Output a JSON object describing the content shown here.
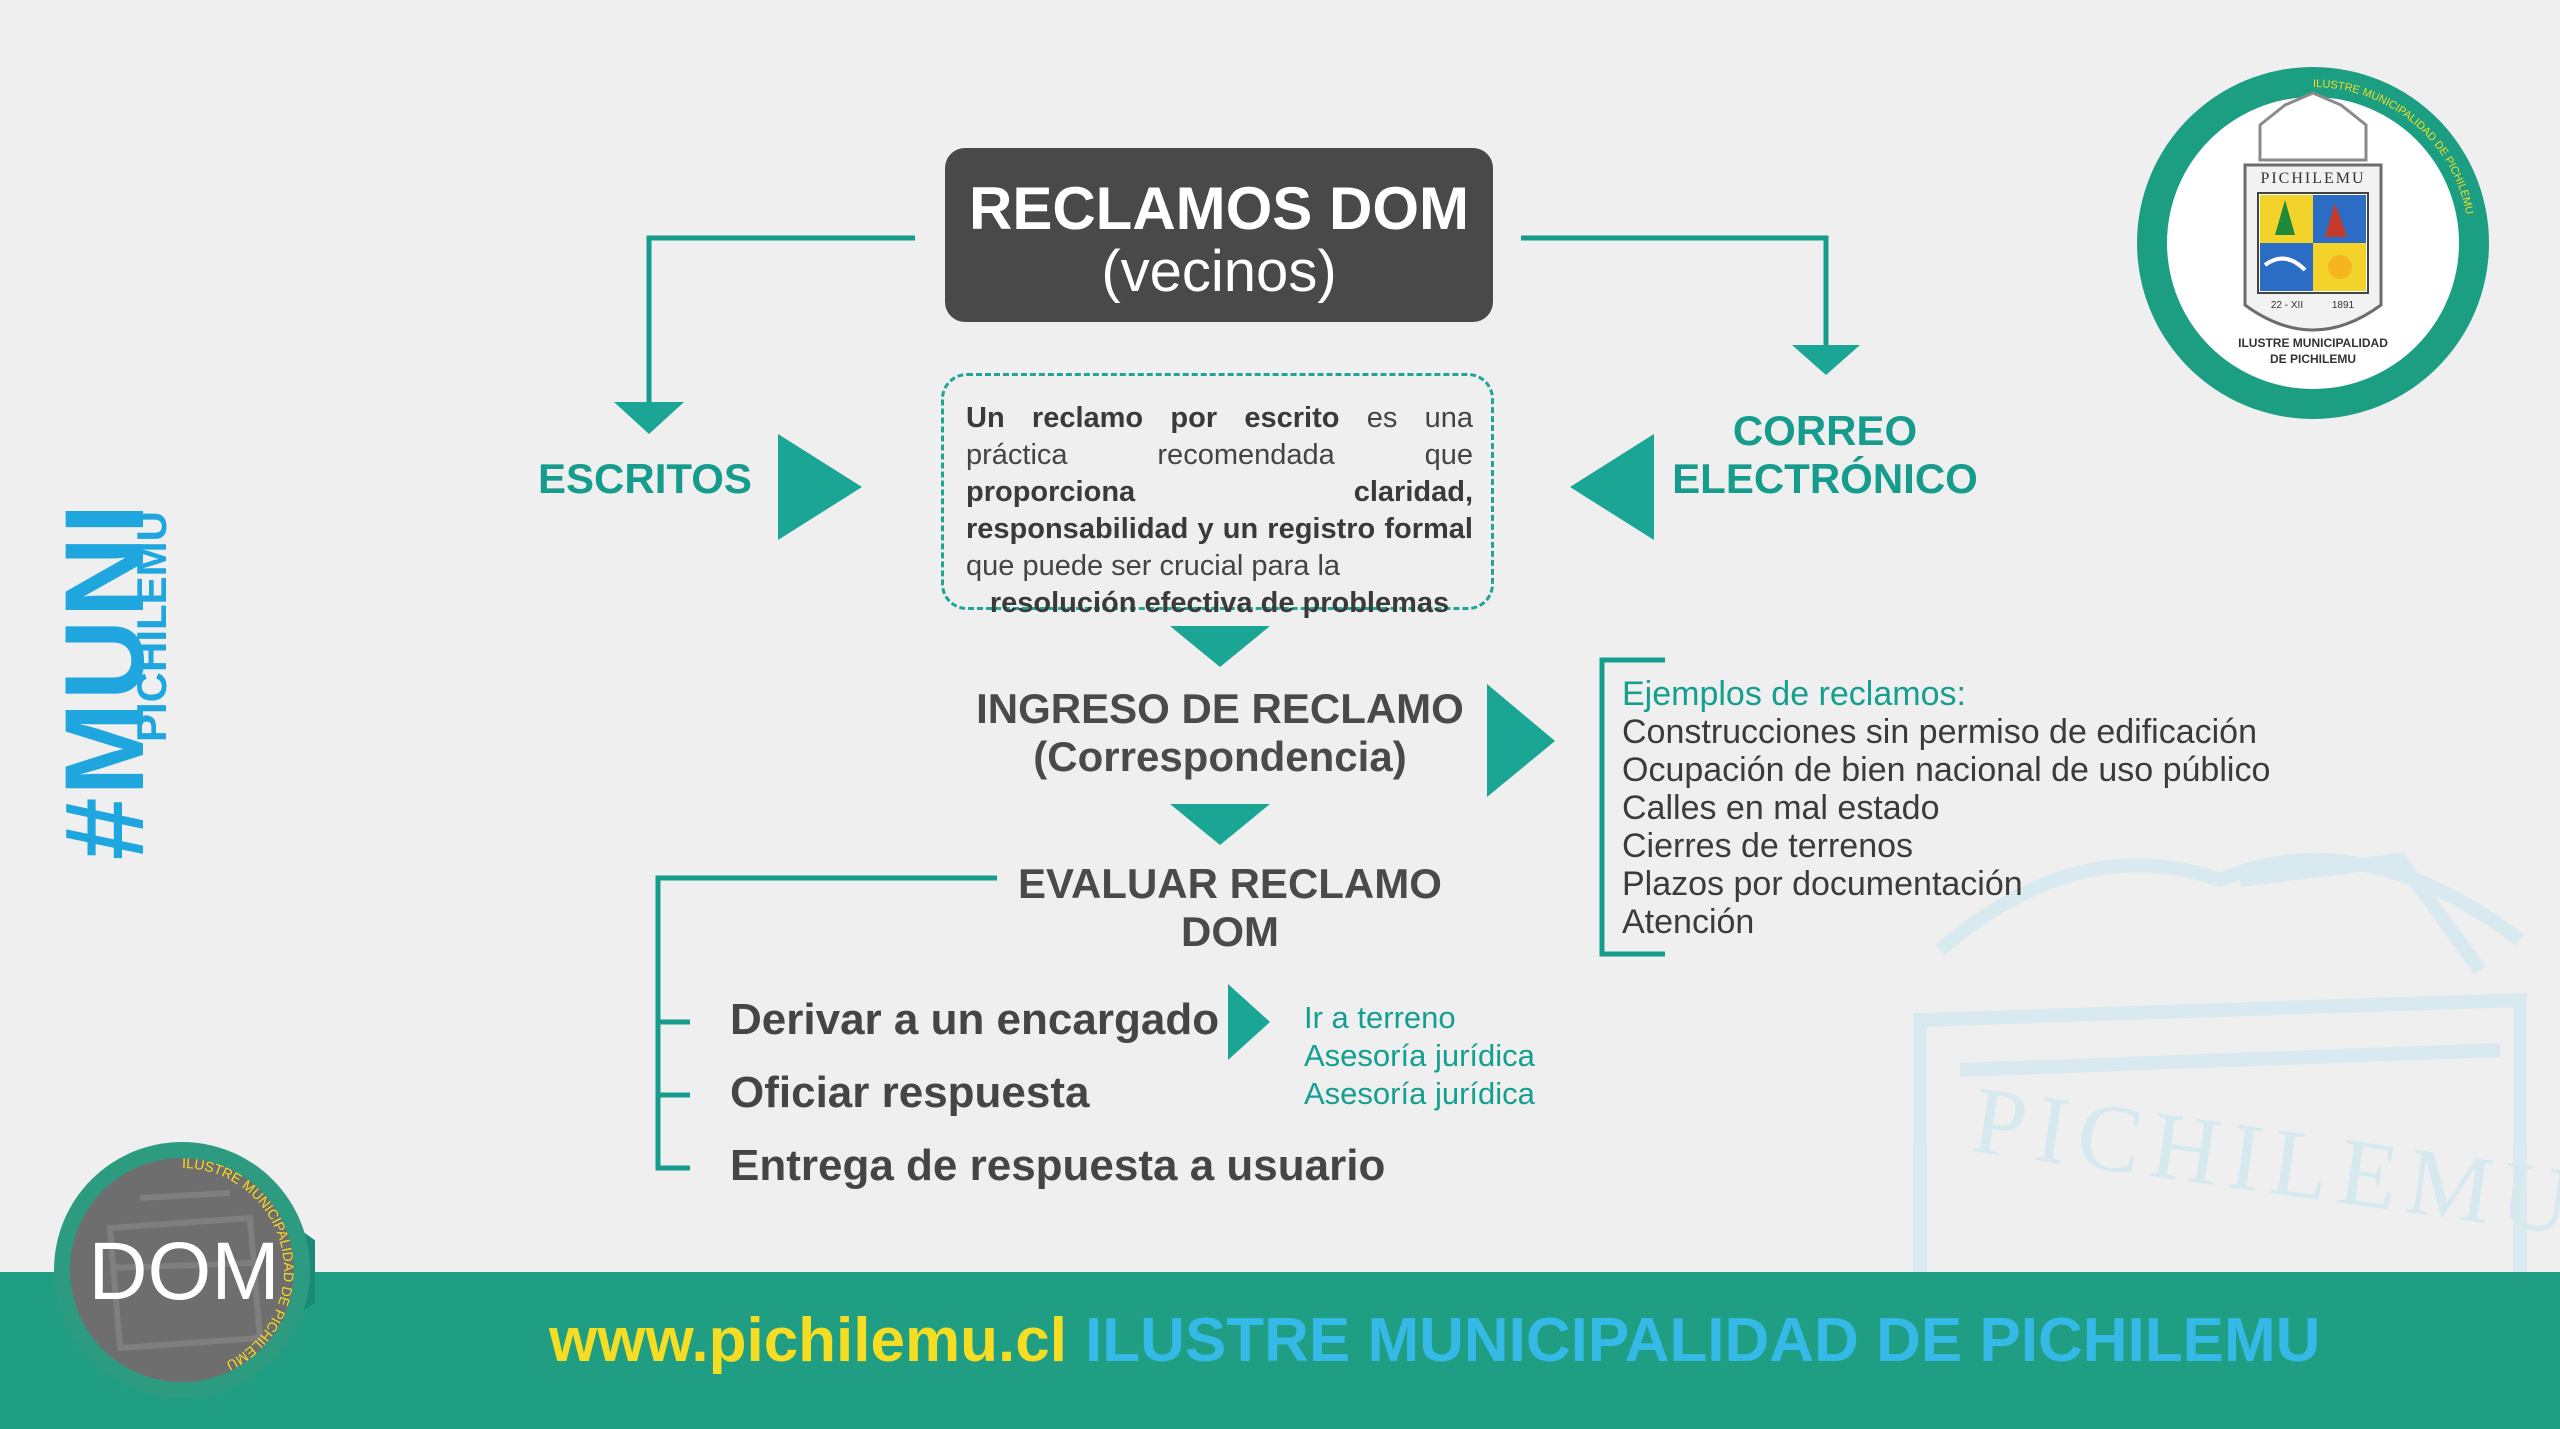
{
  "title": {
    "line1": "RECLAMOS DOM",
    "line2": "(vecinos)"
  },
  "branches": {
    "left": "ESCRITOS",
    "right_line1": "CORREO",
    "right_line2": "ELECTRÓNICO"
  },
  "description": {
    "p1_bold": "Un reclamo por escrito",
    "p1_text": " es una práctica recomendada que ",
    "p2_bold": "proporciona claridad, responsabilidad y un registro formal",
    "p2_text": " que puede ser crucial para la ",
    "p3_bold": "resolución efectiva de problemas"
  },
  "steps": {
    "ingreso_line1": "INGRESO DE RECLAMO",
    "ingreso_line2": "(Correspondencia)",
    "evaluar_line1": "EVALUAR RECLAMO",
    "evaluar_line2": "DOM"
  },
  "actions": [
    "Derivar a un encargado",
    "Oficiar respuesta",
    "Entrega de respuesta a usuario"
  ],
  "sub_actions": [
    "Ir a terreno",
    "Asesoría jurídica",
    "Asesoría jurídica"
  ],
  "examples": {
    "heading": "Ejemplos de reclamos:",
    "items": [
      "Construcciones sin permiso de edificación",
      "Ocupación de bien nacional de uso público",
      "Calles en mal estado",
      "Cierres de terrenos",
      "Plazos por documentación",
      "Atención"
    ]
  },
  "footer": {
    "url": "www.pichilemu.cl",
    "org": "ILUSTRE MUNICIPALIDAD DE PICHILEMU"
  },
  "side": {
    "hashtag": "#MUNI",
    "name": "PICHILEMU"
  },
  "badge": {
    "label": "DOM",
    "ring_text": "ILUSTRE MUNICIPALIDAD DE PICHILEMU"
  },
  "logo": {
    "top_text": "PICHILEMU",
    "date_left": "22 - XII",
    "date_right": "1891",
    "caption_line1": "ILUSTRE MUNICIPALIDAD",
    "caption_line2": "DE PICHILEMU",
    "ring_text": "ILUSTRE MUNICIPALIDAD DE PICHILEMU"
  },
  "watermark_text": "PICHILEMU",
  "colors": {
    "teal": "#159c8c",
    "dark_box": "#494949",
    "footer_bg": "#1f9e83",
    "url_yellow": "#f5dd23",
    "org_blue": "#35b9e6",
    "hashtag_blue": "#1fa6de"
  }
}
